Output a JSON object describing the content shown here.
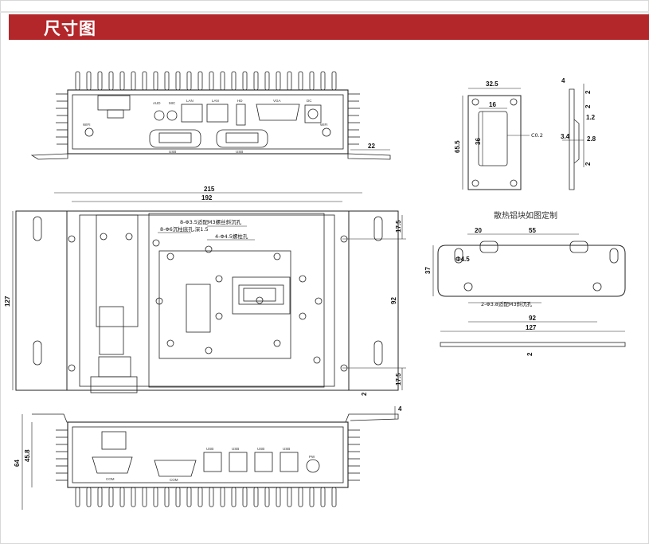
{
  "banner": {
    "title": "尺寸图",
    "color": "#b3262a"
  },
  "front_view": {
    "ports": [
      "AUD",
      "MIC",
      "LAN",
      "LAN",
      "HD",
      "VGA",
      "DC",
      "WIFI",
      "WIFI",
      "USB",
      "USB"
    ],
    "dim_flange": "22"
  },
  "top_view": {
    "dim_width_outer": "215",
    "dim_width_inner": "192",
    "dim_height": "127",
    "dim_top_offset": "17.5",
    "dim_mid": "92",
    "dim_bottom_offset": "17.5",
    "dim_plate": "2",
    "note_1": "8-Φ3.5适配M3螺丝斜沉孔",
    "note_2": "8-Φ6沉柱底孔,深1.5",
    "note_3": "4-Φ4.5螺柱孔"
  },
  "bracket_view": {
    "dim_width": "32.5",
    "dim_inner": "16",
    "dim_height": "65.5",
    "dim_inner_height": "36",
    "chamfer": "C0.2"
  },
  "side_profile": {
    "dims": [
      "4",
      "2",
      "2",
      "1.2",
      "3.4",
      "2.8",
      "2"
    ]
  },
  "heatsink": {
    "title": "散热铝块如图定制",
    "dim_a": "20",
    "dim_b": "55",
    "dim_hole": "Φ4.5",
    "dim_height": "37",
    "note": "2-Φ3.8适配M3斜沉孔",
    "dim_span": "92",
    "dim_total": "127",
    "dim_thickness": "2"
  },
  "rear_view": {
    "ports": [
      "COM",
      "COM",
      "USB",
      "USB",
      "USB",
      "USB",
      "PW"
    ],
    "dim_height": "64",
    "dim_body": "45.8",
    "dim_flange": "4"
  }
}
